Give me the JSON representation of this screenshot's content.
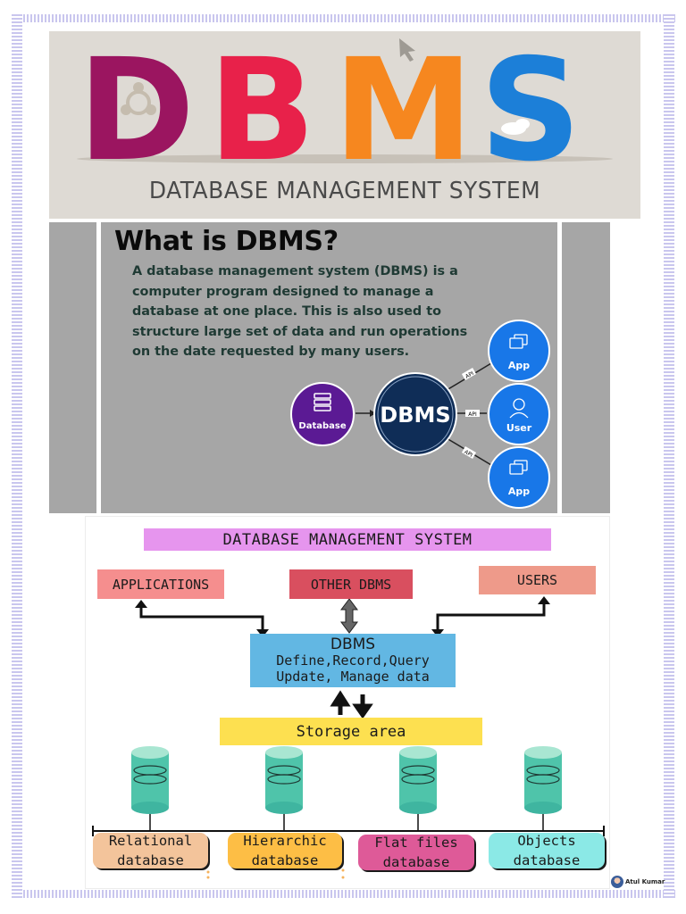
{
  "banner": {
    "letters": [
      {
        "char": "D",
        "color": "#9b1560"
      },
      {
        "char": "B",
        "color": "#e8214a"
      },
      {
        "char": "M",
        "color": "#f6871f"
      },
      {
        "char": "S",
        "color": "#1c7fd8"
      }
    ],
    "subtitle": "DATABASE MANAGEMENT SYSTEM",
    "icons": [
      "network-nodes-icon",
      "cursor-arrow-icon",
      "cloud-icon"
    ]
  },
  "intro": {
    "title": "What is DBMS?",
    "lines": [
      "A database management system (DBMS) is a",
      "computer program designed to manage a",
      "database at one place. This is also used to",
      "structure large set of data and run operations",
      "on the date requested by many users."
    ],
    "diagram": {
      "source": {
        "label": "Database",
        "color": "#5b1a94",
        "icon": "server-stack-icon"
      },
      "center": {
        "label": "DBMS",
        "color": "#0f2d57"
      },
      "targets": [
        {
          "label": "App",
          "icon": "windows-icon",
          "connector": "API"
        },
        {
          "label": "User",
          "icon": "user-icon",
          "connector": "API"
        },
        {
          "label": "App",
          "icon": "windows-icon",
          "connector": "API"
        }
      ],
      "target_color": "#1877e8"
    }
  },
  "architecture": {
    "title": "DATABASE MANAGEMENT SYSTEM",
    "title_color": "#e695ee",
    "top_boxes": [
      {
        "label": "APPLICATIONS",
        "color": "#f58e8e"
      },
      {
        "label": "OTHER DBMS",
        "color": "#d94f5f"
      },
      {
        "label": "USERS",
        "color": "#ee9a8a"
      }
    ],
    "core": {
      "title": "DBMS",
      "line1": "Define,Record,Query",
      "line2": "Update, Manage data",
      "color": "#62b7e3"
    },
    "storage": {
      "label": "Storage area",
      "color": "#fde050"
    },
    "databases": [
      {
        "line1": "Relational",
        "line2": "database",
        "color": "#f3c49b"
      },
      {
        "line1": "Hierarchic",
        "line2": "database",
        "color": "#fdbe45"
      },
      {
        "line1": "Flat files",
        "line2": "database",
        "color": "#de5a98"
      },
      {
        "line1": "Objects",
        "line2": "database",
        "color": "#8be9e6"
      }
    ],
    "cylinder_color": "#4fc4aa"
  },
  "author": {
    "name": "Atul Kumar"
  }
}
